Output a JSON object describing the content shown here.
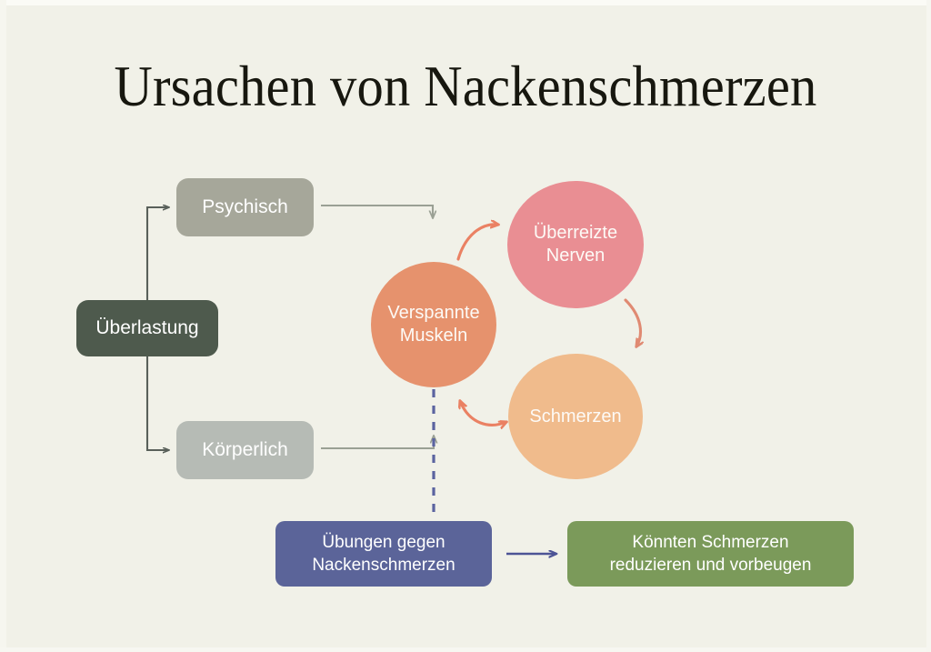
{
  "page": {
    "title": "Ursachen von Nackenschmerzen",
    "background_color": "#f1f1e8"
  },
  "diagram": {
    "nodes": [
      {
        "id": "ueberlastung",
        "label": "Überlastung",
        "shape": "rounded-box",
        "color": "#4e5a4d",
        "text_color": "#ffffff"
      },
      {
        "id": "psychisch",
        "label": "Psychisch",
        "shape": "rounded-box",
        "color": "#a6a79a",
        "text_color": "#ffffff"
      },
      {
        "id": "koerperlich",
        "label": "Körperlich",
        "shape": "rounded-box",
        "color": "#b6bbb5",
        "text_color": "#ffffff"
      },
      {
        "id": "verspannte-muskeln",
        "label_line1": "Verspannte",
        "label_line2": "Muskeln",
        "shape": "circle",
        "color": "#e6926d",
        "text_color": "#fdfaf6"
      },
      {
        "id": "ueberreizte-nerven",
        "label_line1": "Überreizte",
        "label_line2": "Nerven",
        "shape": "circle",
        "color": "#e98e93",
        "text_color": "#fdfaf6"
      },
      {
        "id": "schmerzen",
        "label": "Schmerzen",
        "shape": "circle",
        "color": "#f0bb8c",
        "text_color": "#fdfaf6"
      },
      {
        "id": "uebungen",
        "label_line1": "Übungen gegen",
        "label_line2": "Nackenschmerzen",
        "shape": "rounded-box",
        "color": "#5b6499",
        "text_color": "#ffffff"
      },
      {
        "id": "koennten",
        "label_line1": "Könnten Schmerzen",
        "label_line2": "reduzieren und vorbeugen",
        "shape": "rounded-box",
        "color": "#7b9a5a",
        "text_color": "#ffffff"
      }
    ],
    "connectors": [
      {
        "id": "ueberlastung-to-psychisch",
        "from": "ueberlastung",
        "to": "psychisch",
        "style": "solid-elbow",
        "color": "#59605a",
        "arrow": "single"
      },
      {
        "id": "ueberlastung-to-koerperlich",
        "from": "ueberlastung",
        "to": "koerperlich",
        "style": "solid-elbow",
        "color": "#59605a",
        "arrow": "single"
      },
      {
        "id": "psychisch-to-verspannte-muskeln",
        "from": "psychisch",
        "to": "verspannte-muskeln",
        "style": "solid-elbow",
        "color": "#9aa094",
        "arrow": "single"
      },
      {
        "id": "koerperlich-to-verspannte-muskeln",
        "from": "koerperlich",
        "to": "verspannte-muskeln",
        "style": "solid-elbow",
        "color": "#9aa094",
        "arrow": "single"
      },
      {
        "id": "muskeln-to-nerven",
        "from": "verspannte-muskeln",
        "to": "ueberreizte-nerven",
        "style": "curved",
        "color": "#ea8163",
        "arrow": "single"
      },
      {
        "id": "nerven-to-schmerzen",
        "from": "ueberreizte-nerven",
        "to": "schmerzen",
        "style": "curved",
        "color": "#e08a72",
        "arrow": "single"
      },
      {
        "id": "muskeln-schmerzen-bidirectional",
        "from": "verspannte-muskeln",
        "to": "schmerzen",
        "style": "curved",
        "color": "#ea8163",
        "arrow": "double"
      },
      {
        "id": "uebungen-to-muskeln",
        "from": "uebungen",
        "to": "verspannte-muskeln",
        "style": "dashed",
        "color": "#5b63a0",
        "arrow": "none"
      },
      {
        "id": "uebungen-to-koennten",
        "from": "uebungen",
        "to": "koennten",
        "style": "solid-straight",
        "color": "#4d5495",
        "arrow": "single"
      }
    ]
  }
}
